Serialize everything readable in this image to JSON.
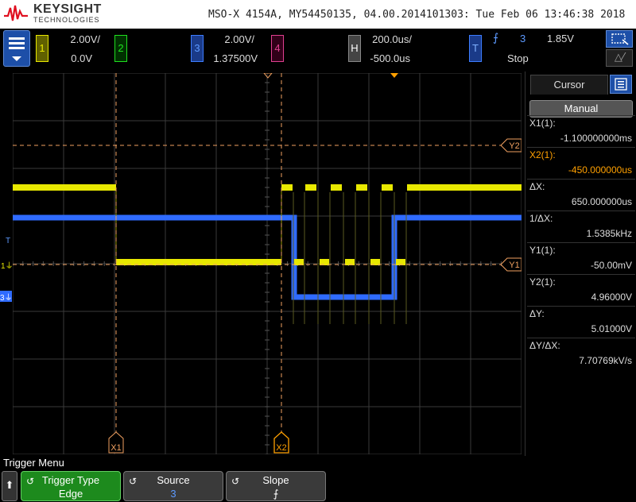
{
  "header": {
    "brand": "KEYSIGHT",
    "brand_sub": "TECHNOLOGIES",
    "info": "MSO-X 4154A, MY54450135, 04.00.2014101303: Tue Feb 06 13:46:38 2018"
  },
  "channels": {
    "ch1": {
      "number": "1",
      "scale": "2.00V/",
      "offset": "0.0V",
      "color": "#e8e800"
    },
    "ch2": {
      "number": "2",
      "color": "#20e020"
    },
    "ch3": {
      "number": "3",
      "scale": "2.00V/",
      "offset": "1.37500V",
      "color": "#3d7dff"
    },
    "ch4": {
      "number": "4",
      "color": "#e04090"
    }
  },
  "horizontal": {
    "label": "H",
    "scale": "200.0us/",
    "position": "-500.0us"
  },
  "trigger": {
    "label": "T",
    "source": "3",
    "level": "1.85V",
    "state": "Stop"
  },
  "cursor_panel": {
    "title": "Cursor",
    "mode": "Manual",
    "rows": [
      {
        "label": "X1(1):",
        "value": "-1.100000000ms",
        "highlight": false
      },
      {
        "label": "X2(1):",
        "value": "-450.000000us",
        "highlight": true
      },
      {
        "label": "ΔX:",
        "value": "650.000000us",
        "highlight": false
      },
      {
        "label": "1/ΔX:",
        "value": "1.5385kHz",
        "highlight": false
      },
      {
        "label": "Y1(1):",
        "value": "-50.00mV",
        "highlight": false
      },
      {
        "label": "Y2(1):",
        "value": "4.96000V",
        "highlight": false
      },
      {
        "label": "ΔY:",
        "value": "5.01000V",
        "highlight": false
      },
      {
        "label": "ΔY/ΔX:",
        "value": "7.70769kV/s",
        "highlight": false
      }
    ]
  },
  "cursor_markers": {
    "x1": "X1",
    "x2": "X2",
    "y1": "Y1",
    "y2": "Y2"
  },
  "left_markers": {
    "trigger_level": "T",
    "ch1": "1",
    "ch3": "3"
  },
  "softkeys": {
    "menu_title": "Trigger Menu",
    "items": [
      {
        "label": "Trigger Type",
        "value": "Edge"
      },
      {
        "label": "Source",
        "value": "3"
      },
      {
        "label": "Slope",
        "value": "⨍"
      }
    ]
  },
  "colors": {
    "ch1": "#e8e800",
    "ch3": "#2f6bff",
    "cursor": "#f0a060",
    "cursor_highlight": "#ffa000",
    "grid": "#3a3a3a"
  }
}
